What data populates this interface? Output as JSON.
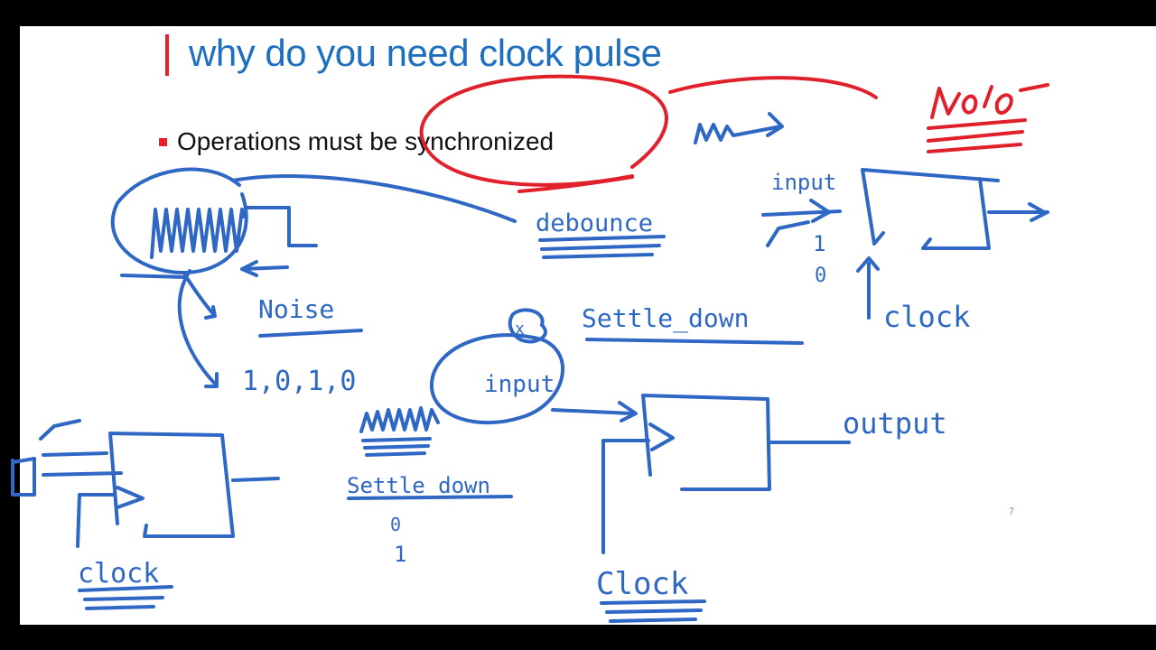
{
  "slide": {
    "title": "why do you need clock pulse",
    "bullet": "Operations must be synchronized",
    "slide_number": "7"
  },
  "annotations": {
    "color_blue": "#2e67c4",
    "color_red": "#e0202a",
    "debounce": "debounce",
    "input_top": "input",
    "one": "1",
    "zero": "0",
    "clock_right": "clock",
    "noise": "Noise",
    "sequence": "1,0,1,0",
    "settle_down_top": "Settle_down",
    "x_mark": "x",
    "input_mid": "input",
    "output": "output",
    "settle_down_bottom": "Settle_down",
    "zero_bottom": "0",
    "one_bottom": "1",
    "clock_left": "clock",
    "clock_bottom": "Clock"
  }
}
